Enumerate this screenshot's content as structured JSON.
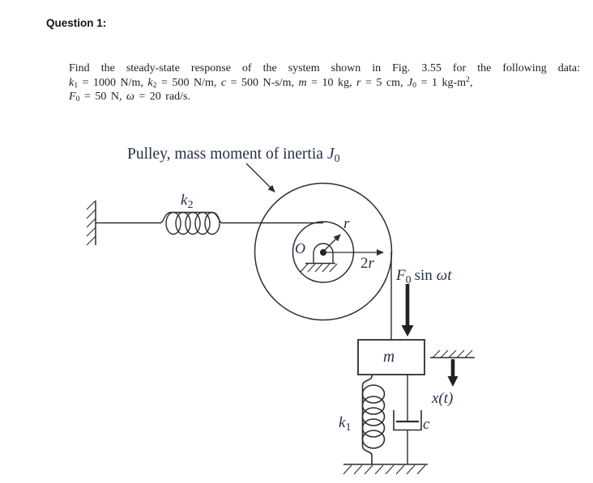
{
  "header": {
    "question_label": "Question 1:"
  },
  "problem": {
    "line1": "Find the steady-state response of the system shown in Fig. 3.55 for the following data:",
    "line2": [
      {
        "t": "k",
        "style": "i"
      },
      {
        "t": "1",
        "style": "sub"
      },
      {
        "t": " = 1000 N/m, "
      },
      {
        "t": "k",
        "style": "i"
      },
      {
        "t": "2",
        "style": "sub"
      },
      {
        "t": " = 500 N/m, "
      },
      {
        "t": "c",
        "style": "i"
      },
      {
        "t": " = 500 N-s/m, "
      },
      {
        "t": "m",
        "style": "i"
      },
      {
        "t": " = 10 kg, "
      },
      {
        "t": "r",
        "style": "i"
      },
      {
        "t": " = 5 cm, "
      },
      {
        "t": "J",
        "style": "i"
      },
      {
        "t": "0",
        "style": "sub"
      },
      {
        "t": " = 1 kg-m"
      },
      {
        "t": "2",
        "style": "sup"
      },
      {
        "t": ","
      }
    ],
    "line3": [
      {
        "t": "F",
        "style": "i"
      },
      {
        "t": "0",
        "style": "sub"
      },
      {
        "t": " = 50 N, "
      },
      {
        "t": "ω",
        "style": "i"
      },
      {
        "t": " = 20 rad/s."
      }
    ]
  },
  "figure": {
    "caption": {
      "text": "Pulley, mass moment of inertia",
      "J": "J",
      "zero": "0"
    },
    "k2": {
      "k": "k",
      "sub": "2"
    },
    "k1": {
      "k": "k",
      "sub": "1"
    },
    "pivot_label": "O",
    "radius_small": "r",
    "radius_large": {
      "two": "2",
      "r": "r"
    },
    "force": {
      "F": "F",
      "zero": "0",
      "sin": "sin",
      "omega_t": "ωt"
    },
    "mass": "m",
    "displacement": "x(t)",
    "damping": "c",
    "colors": {
      "line": "#2d2d2d",
      "label": "#27304a",
      "body_text": "#1e1e22"
    }
  }
}
